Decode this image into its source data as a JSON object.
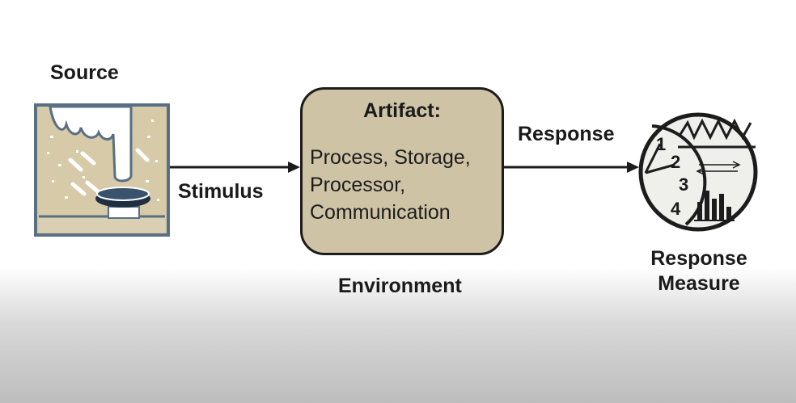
{
  "diagram": {
    "source_label": "Source",
    "stimulus_label": "Stimulus",
    "artifact": {
      "title": "Artifact:",
      "lines": [
        "Process, Storage,",
        "Processor,",
        "Communication"
      ]
    },
    "response_label": "Response",
    "environment_label": "Environment",
    "response_measure_label": "Response Measure",
    "gauge_numbers": [
      "1",
      "2",
      "3",
      "4"
    ]
  },
  "colors": {
    "artifact_fill": "#cfc3a6",
    "source_frame": "#5a6f84",
    "source_fill": "#d6caa8",
    "gauge_fill": "#efefec",
    "stroke": "#1c1c1c"
  },
  "icons": {
    "source": "hand-pressing-button-icon",
    "response_measure": "clock-graph-gauge-icon"
  }
}
